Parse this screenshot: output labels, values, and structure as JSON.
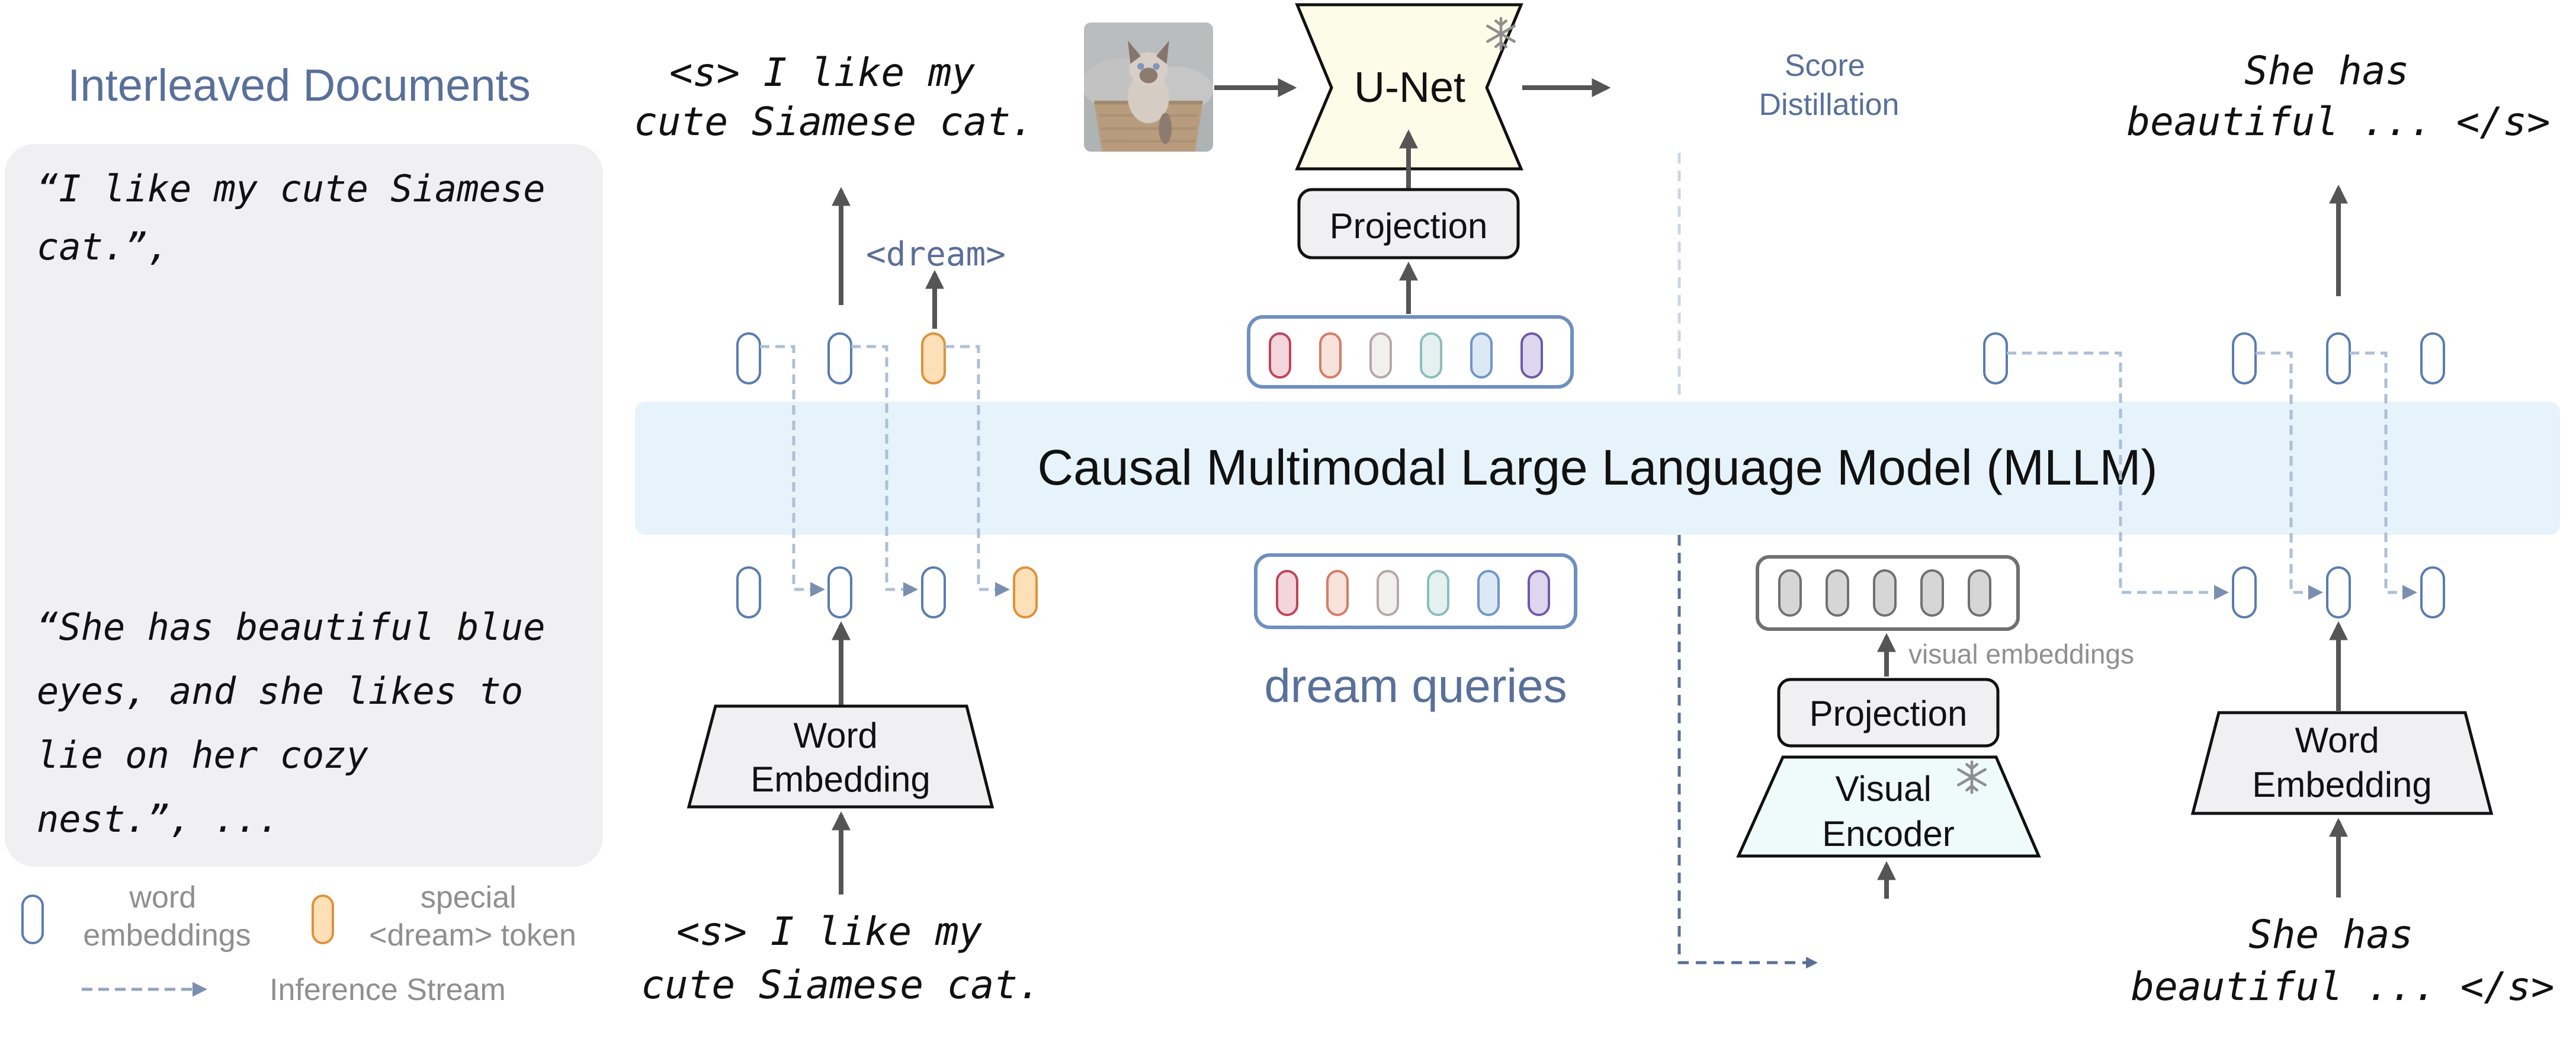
{
  "left_panel": {
    "title": "Interleaved Documents",
    "doc_text_1": [
      "“I like my cute Siamese",
      "cat.”,"
    ],
    "doc_text_2": [
      "“She has beautiful blue",
      "eyes, and she likes to",
      "lie on her cozy",
      "nest.”, ..."
    ]
  },
  "legend": {
    "word_embeddings": [
      "word",
      "embeddings"
    ],
    "special_token": [
      "special",
      "<dream> token"
    ],
    "inference_stream": "Inference Stream"
  },
  "left_branch": {
    "output_text": [
      "<s> I like my",
      "cute Siamese cat."
    ],
    "dream_tag": "<dream>",
    "input_text": [
      "<s> I like my",
      "cute Siamese cat."
    ],
    "word_embedding_label": [
      "Word",
      "Embedding"
    ]
  },
  "center": {
    "unet_label": "U-Net",
    "projection_label": "Projection",
    "score_distillation": [
      "Score",
      "Distillation"
    ],
    "dream_queries": "dream queries",
    "mllm_label": "Causal Multimodal Large Language Model (MLLM)"
  },
  "right_visual": {
    "projection_label": "Projection",
    "visual_embeddings": "visual embeddings",
    "visual_encoder_label": [
      "Visual",
      "Encoder"
    ]
  },
  "right_branch": {
    "output_text": [
      "She has",
      "beautiful ... </s>"
    ],
    "input_text": [
      "She has",
      "beautiful ... </s>"
    ],
    "word_embedding_label": [
      "Word",
      "Embedding"
    ]
  },
  "colors": {
    "blue_token": "#5a7cb0",
    "orange_token_fill": "#fde0b8",
    "orange_token_stroke": "#e0913a",
    "mllm_band": "#e6f3fb",
    "title_blue": "#58709a",
    "query_red": "#c0445a",
    "query_orange": "#d97a66",
    "query_gray": "#b5a8a8",
    "query_teal": "#8ebcbc",
    "query_blue": "#6f97c7",
    "query_purple": "#6f5aa8"
  }
}
